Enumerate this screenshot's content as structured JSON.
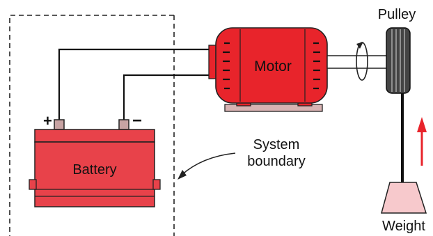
{
  "labels": {
    "motor": "Motor",
    "battery": "Battery",
    "pulley": "Pulley",
    "weight": "Weight",
    "system_boundary_line1": "System",
    "system_boundary_line2": "boundary",
    "terminal_positive": "+",
    "terminal_negative": "−"
  },
  "colors": {
    "motor_red": "#e8242b",
    "battery_red": "#e8424a",
    "weight_pink": "#f7c9cc",
    "arrow_red": "#e8242b",
    "wire": "#111111"
  }
}
